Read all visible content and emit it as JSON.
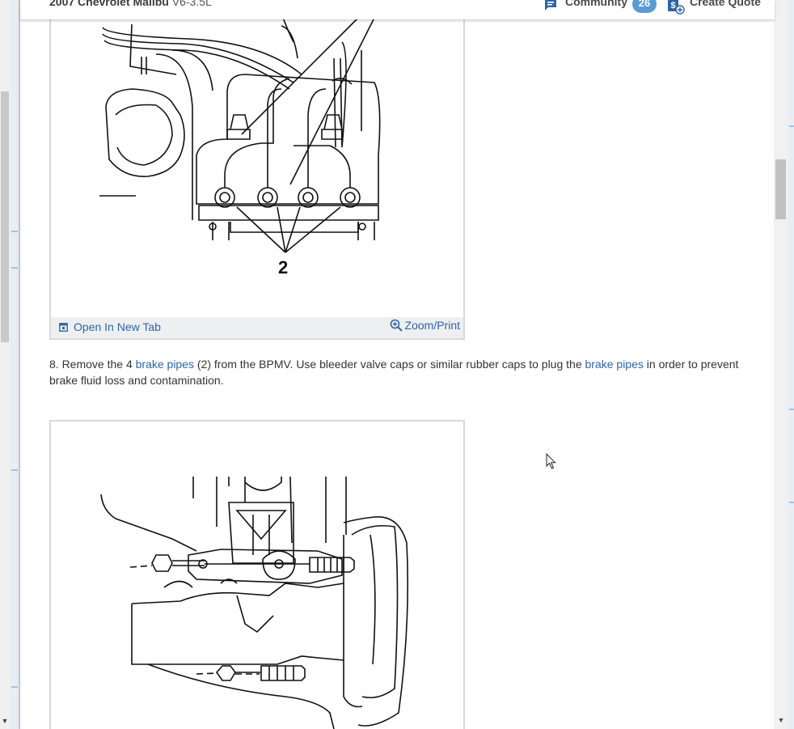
{
  "header": {
    "vehicle_year_make": "2007 Chevrolet Malibu",
    "vehicle_engine": "V6-3.5L",
    "community_label": "Community",
    "community_count": "26",
    "quote_label": "Create Quote"
  },
  "figure1": {
    "callout": "2",
    "open_tab_label": "Open In New Tab",
    "zoom_label": "Zoom/Print"
  },
  "step8": {
    "part1": " 8. Remove the 4 ",
    "link1": "brake pipes",
    "part2": " (2) from the BPMV. Use bleeder valve caps or similar rubber caps to plug the ",
    "link2": "brake pipes",
    "part3": " in order to prevent brake fluid loss and contamination."
  },
  "colors": {
    "link": "#2e64a8",
    "badge": "#5b9bd5",
    "bar": "#eeeff1"
  },
  "icons": {
    "community": "chat-bubble-icon",
    "quote": "dollar-document-icon",
    "open_tab": "new-tab-icon",
    "zoom": "magnifier-plus-icon"
  }
}
